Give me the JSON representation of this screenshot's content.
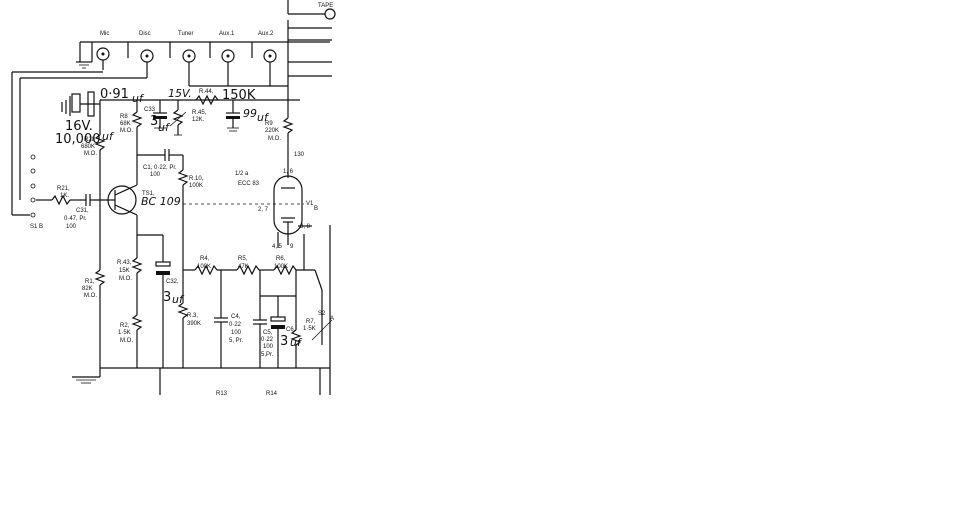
{
  "inputs": [
    "Mic",
    "Disc",
    "Tuner",
    "Aux.1",
    "Aux.2"
  ],
  "tape": "TAPE",
  "components": {
    "c33": "C33",
    "v15": "15V.",
    "r44": "R.44,",
    "r44_val": "150K",
    "r45": "R.45,",
    "r45_val": "12K.",
    "v99": "99",
    "uf99": "uf",
    "r9": "R9",
    "r9_val": "220K",
    "mo_r9": "M.O.",
    "n130": "130",
    "r8": "R8",
    "r8_val": "68K",
    "r8_mo": "M.O.",
    "c33_val": "3",
    "c33_uf": "uf",
    "uf091": "0·91",
    "uf091_unit": "uf",
    "v16": "16V.",
    "c10000": "10,000",
    "c10000_uf": "uf",
    "r28": "R28",
    "r28_val": "680K",
    "r28_mo": "M.O.",
    "c1": "C1, 0·22, Pr.",
    "c1_val": "100",
    "r10": "R.10,",
    "r10_val": "100K",
    "ecc_half": "1/2 a",
    "ecc83": "ECC 83",
    "pin16": "1, 6",
    "pin27": "2, 7",
    "v1b": "V1",
    "v1b_sub": "B",
    "pin38": "3, 8",
    "pin45": "4, 5",
    "pin9": "9",
    "r21": "R21,",
    "r21_val": "1K.",
    "c31": "C31,",
    "c31_val": "0·47, Pr.",
    "c31_v": "100",
    "s1b": "S1 B",
    "ts1": "TS1,",
    "ts1_val": "BC 109",
    "r43": "R.43,",
    "r43_val": "15K",
    "r43_mo": "M.O.",
    "c32": "C32,",
    "c32_val": "3",
    "c32_uf": "uf",
    "r1": "R1,",
    "r1_val": "82K",
    "r1_mo": "M.O.",
    "r2": "R2,",
    "r2_val": "1·5K",
    "r2_mo": "M.O.",
    "r4a": "R4,",
    "r4a_val": "100K",
    "r5": "R5,",
    "r5_val": "47K",
    "r6": "R6,",
    "r6_val": "100K",
    "r3": "R.3,",
    "r3_val": "390K",
    "c4": "C4,",
    "c4_val": "0·22",
    "c4_v": "100",
    "c4_pr": "5, Pr.",
    "c5": "C5,",
    "c5_val": "0·22",
    "c5_v": "100",
    "c5_pr": "5,Pr.",
    "c6": "C6,",
    "c6_val": "3",
    "c6_uf": "uf",
    "r7": "R7,",
    "r7_val": "1·5K",
    "s2a": "S2",
    "s2a_sub": "A",
    "r13": "R13",
    "r14": "R14"
  }
}
